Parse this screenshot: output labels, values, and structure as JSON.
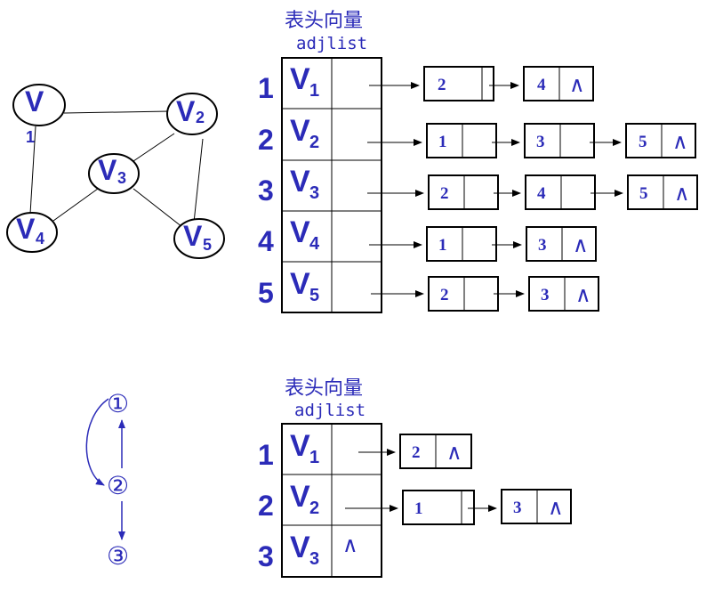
{
  "graph1": {
    "vertices": [
      {
        "letter": "V",
        "sub": "1"
      },
      {
        "letter": "V",
        "sub": "2"
      },
      {
        "letter": "V",
        "sub": "3"
      },
      {
        "letter": "V",
        "sub": "4"
      },
      {
        "letter": "V",
        "sub": "5"
      }
    ]
  },
  "table1": {
    "title": "表头向量",
    "label": "adjlist",
    "rows": [
      {
        "index": "1",
        "vertex": "V",
        "sub": "1",
        "list": [
          "2",
          "4"
        ]
      },
      {
        "index": "2",
        "vertex": "V",
        "sub": "2",
        "list": [
          "1",
          "3",
          "5"
        ]
      },
      {
        "index": "3",
        "vertex": "V",
        "sub": "3",
        "list": [
          "2",
          "4",
          "5"
        ]
      },
      {
        "index": "4",
        "vertex": "V",
        "sub": "4",
        "list": [
          "1",
          "3"
        ]
      },
      {
        "index": "5",
        "vertex": "V",
        "sub": "5",
        "list": [
          "2",
          "3"
        ]
      }
    ],
    "null_symbol": "∧"
  },
  "graph2": {
    "vertices": [
      "①",
      "②",
      "③"
    ]
  },
  "table2": {
    "title": "表头向量",
    "label": "adjlist",
    "rows": [
      {
        "index": "1",
        "vertex": "V",
        "sub": "1",
        "list": [
          "2"
        ]
      },
      {
        "index": "2",
        "vertex": "V",
        "sub": "2",
        "list": [
          "1",
          "3"
        ]
      },
      {
        "index": "3",
        "vertex": "V",
        "sub": "3",
        "list": [],
        "head_null": "∧"
      }
    ],
    "null_symbol": "∧"
  },
  "colors": {
    "accent": "#2b2bb8",
    "line": "#000000"
  }
}
